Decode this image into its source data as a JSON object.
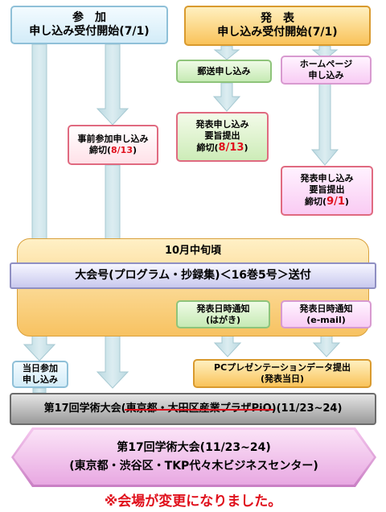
{
  "participation": {
    "title": "参　加",
    "start": "申し込み受付開始(7/1)",
    "pre_reg_label": "事前参加申し込み",
    "deadline_label": "締切(",
    "deadline_date": "8/13",
    "deadline_close": ")",
    "same_day_line1": "当日参加",
    "same_day_line2": "申し込み"
  },
  "presentation": {
    "title": "発　表",
    "start": "申し込み受付開始(7/1)",
    "mail_apply": "郵送申し込み",
    "web_line1": "ホームページ",
    "web_line2": "申し込み",
    "mail_submit_line1": "発表申し込み",
    "mail_submit_line2": "要旨提出",
    "mail_deadline_label": "締切(",
    "mail_deadline_date": "8/13",
    "mail_deadline_close": ")",
    "web_submit_line1": "発表申し込み",
    "web_submit_line2": "要旨提出",
    "web_deadline_label": "締切(",
    "web_deadline_date": "9/1",
    "web_deadline_close": ")",
    "notice_mail_line1": "発表日時通知",
    "notice_mail_line2": "(はがき)",
    "notice_web_line1": "発表日時通知",
    "notice_web_line2": "(e-mail)",
    "pc_data_line1": "PCプレゼンテーションデータ提出",
    "pc_data_line2": "(発表当日)"
  },
  "mid_october": "10月中旬頃",
  "bulletin": "大会号(プログラム・抄録集)＜16巻5号＞送付",
  "old_meeting": {
    "prefix": "第17回学術大会(",
    "struck": "東京都・大田区産業プラザPiO",
    "suffix": ")(11/23~24)"
  },
  "new_meeting": {
    "line1": "第17回学術大会(11/23~24)",
    "line2": "(東京都・渋谷区・TKP代々木ビジネスセンター)"
  },
  "venue_notice": "※会場が変更になりました。",
  "colors": {
    "arrow": "#c9e2e8",
    "arrow_edge": "#a7c9d2",
    "deadline_red": "#e0101c"
  }
}
